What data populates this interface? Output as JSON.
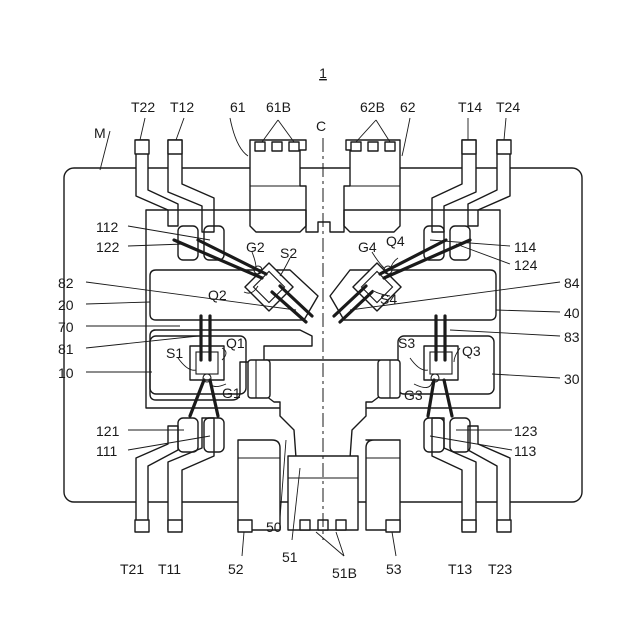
{
  "figure": {
    "number": "1"
  },
  "labels": {
    "M": "M",
    "C": "C",
    "T11": "T11",
    "T12": "T12",
    "T13": "T13",
    "T14": "T14",
    "T21": "T21",
    "T22": "T22",
    "T23": "T23",
    "T24": "T24",
    "r10": "10",
    "r20": "20",
    "r30": "30",
    "r40": "40",
    "r50": "50",
    "r51": "51",
    "r51B": "51B",
    "r52": "52",
    "r53": "53",
    "r61": "61",
    "r61B": "61B",
    "r62": "62",
    "r62B": "62B",
    "r70": "70",
    "r81": "81",
    "r82": "82",
    "r83": "83",
    "r84": "84",
    "r111": "111",
    "r112": "112",
    "r113": "113",
    "r114": "114",
    "r121": "121",
    "r122": "122",
    "r123": "123",
    "r124": "124",
    "Q1": "Q1",
    "Q2": "Q2",
    "Q3": "Q3",
    "Q4": "Q4",
    "G1": "G1",
    "G2": "G2",
    "G3": "G3",
    "G4": "G4",
    "S1": "S1",
    "S2": "S2",
    "S3": "S3",
    "S4": "S4"
  }
}
